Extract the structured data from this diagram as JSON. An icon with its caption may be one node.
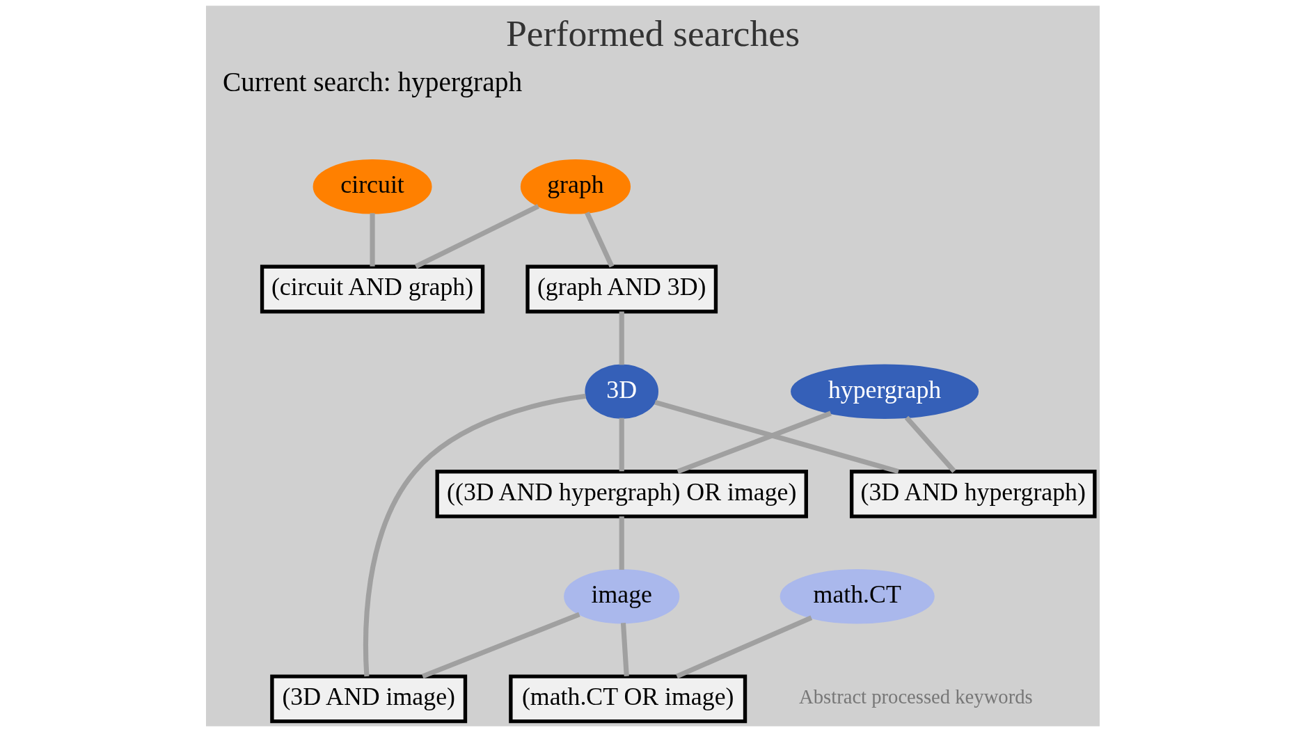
{
  "diagram": {
    "title": "Performed searches",
    "nodes": [
      {
        "text": [
          "circuit"
        ]
      },
      {
        "text": [
          "(circuit AND graph)"
        ]
      },
      {
        "text": [
          "graph"
        ]
      },
      {
        "text": [
          "(graph AND 3D)"
        ]
      },
      {
        "text": [
          "(3D AND hypergraph)"
        ]
      },
      {
        "text": [
          "3D"
        ]
      },
      {
        "text": [
          "(3D AND image)"
        ]
      },
      {
        "text": [
          "hypergraph"
        ]
      },
      {
        "text": [
          "(math.CT OR image)"
        ]
      },
      {
        "text": [
          "image"
        ]
      },
      {
        "text": [
          "((3D AND hypergraph) OR image)"
        ]
      },
      {
        "text": [
          "math.CT"
        ]
      }
    ],
    "edges": [
      {
        "from": 0,
        "to": 1,
        "arrow": "none"
      },
      {
        "from": 2,
        "to": 1,
        "arrow": "none"
      },
      {
        "from": 2,
        "to": 3,
        "arrow": "none"
      },
      {
        "from": 3,
        "to": 5,
        "arrow": "none"
      },
      {
        "from": 5,
        "to": 4,
        "arrow": "none"
      },
      {
        "from": 7,
        "to": 4,
        "arrow": "none"
      },
      {
        "from": 5,
        "to": 6,
        "arrow": "none"
      },
      {
        "from": 9,
        "to": 6,
        "arrow": "none"
      },
      {
        "from": 5,
        "to": 10,
        "arrow": "none"
      },
      {
        "from": 7,
        "to": 10,
        "arrow": "none"
      },
      {
        "from": 10,
        "to": 9,
        "arrow": "none"
      },
      {
        "from": 9,
        "to": 8,
        "arrow": "none"
      },
      {
        "from": 11,
        "to": 8,
        "arrow": "none"
      }
    ],
    "labels": [
      "Current search: hypergraph",
      "Abstract processed keywords"
    ]
  }
}
